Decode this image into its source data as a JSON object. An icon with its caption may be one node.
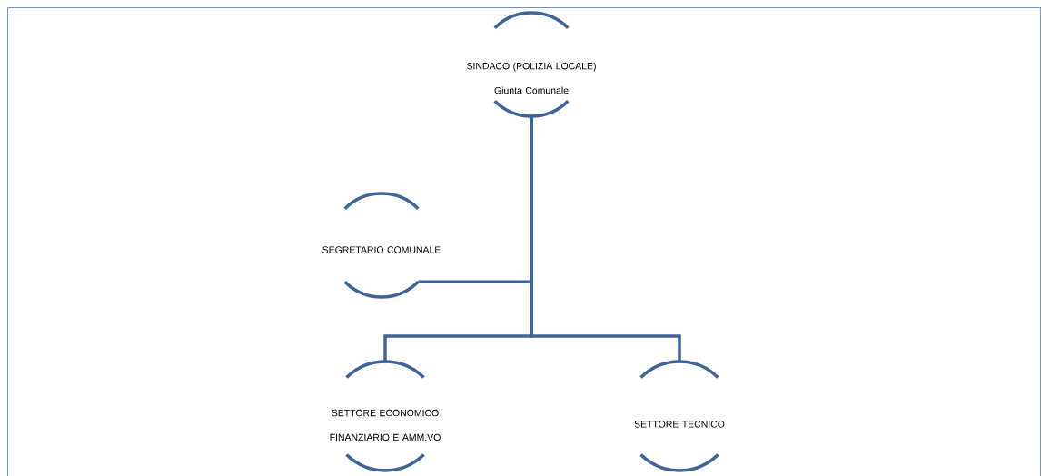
{
  "diagram": {
    "nodes": [
      {
        "text": [
          "SINDACO (POLIZIA LOCALE)",
          "Giunta Comunale"
        ]
      },
      {
        "text": [
          "SEGRETARIO COMUNALE"
        ]
      },
      {
        "text": [
          "SETTORE ECONOMICO FINANZIARIO E AMM.VO"
        ]
      },
      {
        "text": [
          "SETTORE TECNICO"
        ]
      }
    ],
    "edges": [
      {
        "from": 0,
        "to": 1,
        "arrow": "none"
      },
      {
        "from": 0,
        "to": 2,
        "arrow": "none"
      },
      {
        "from": 0,
        "to": 3,
        "arrow": "none"
      }
    ]
  }
}
